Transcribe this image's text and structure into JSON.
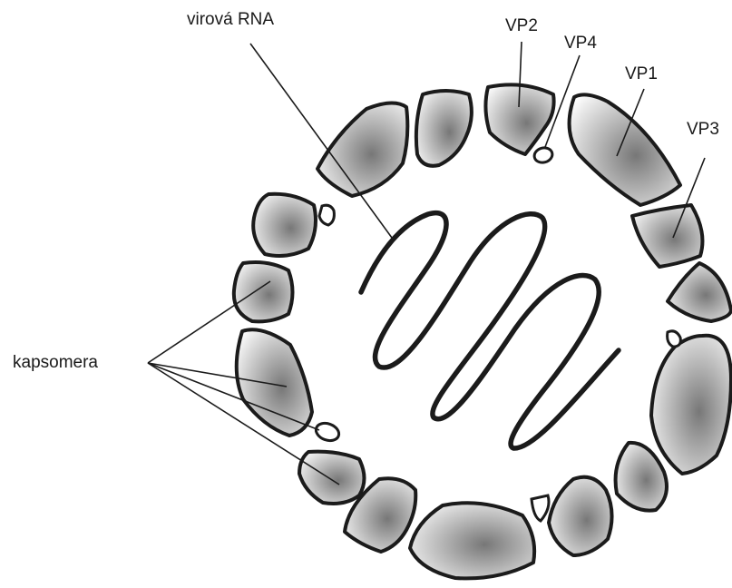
{
  "labels": {
    "viral_rna": "virová RNA",
    "vp1": "VP1",
    "vp2": "VP2",
    "vp3": "VP3",
    "vp4": "VP4",
    "capsomere": "kapsomera"
  },
  "colors": {
    "outline": "#1b1b1b",
    "capsomere_fill_light": "#ffffff",
    "capsomere_fill_dark": "#8a8a8a"
  }
}
